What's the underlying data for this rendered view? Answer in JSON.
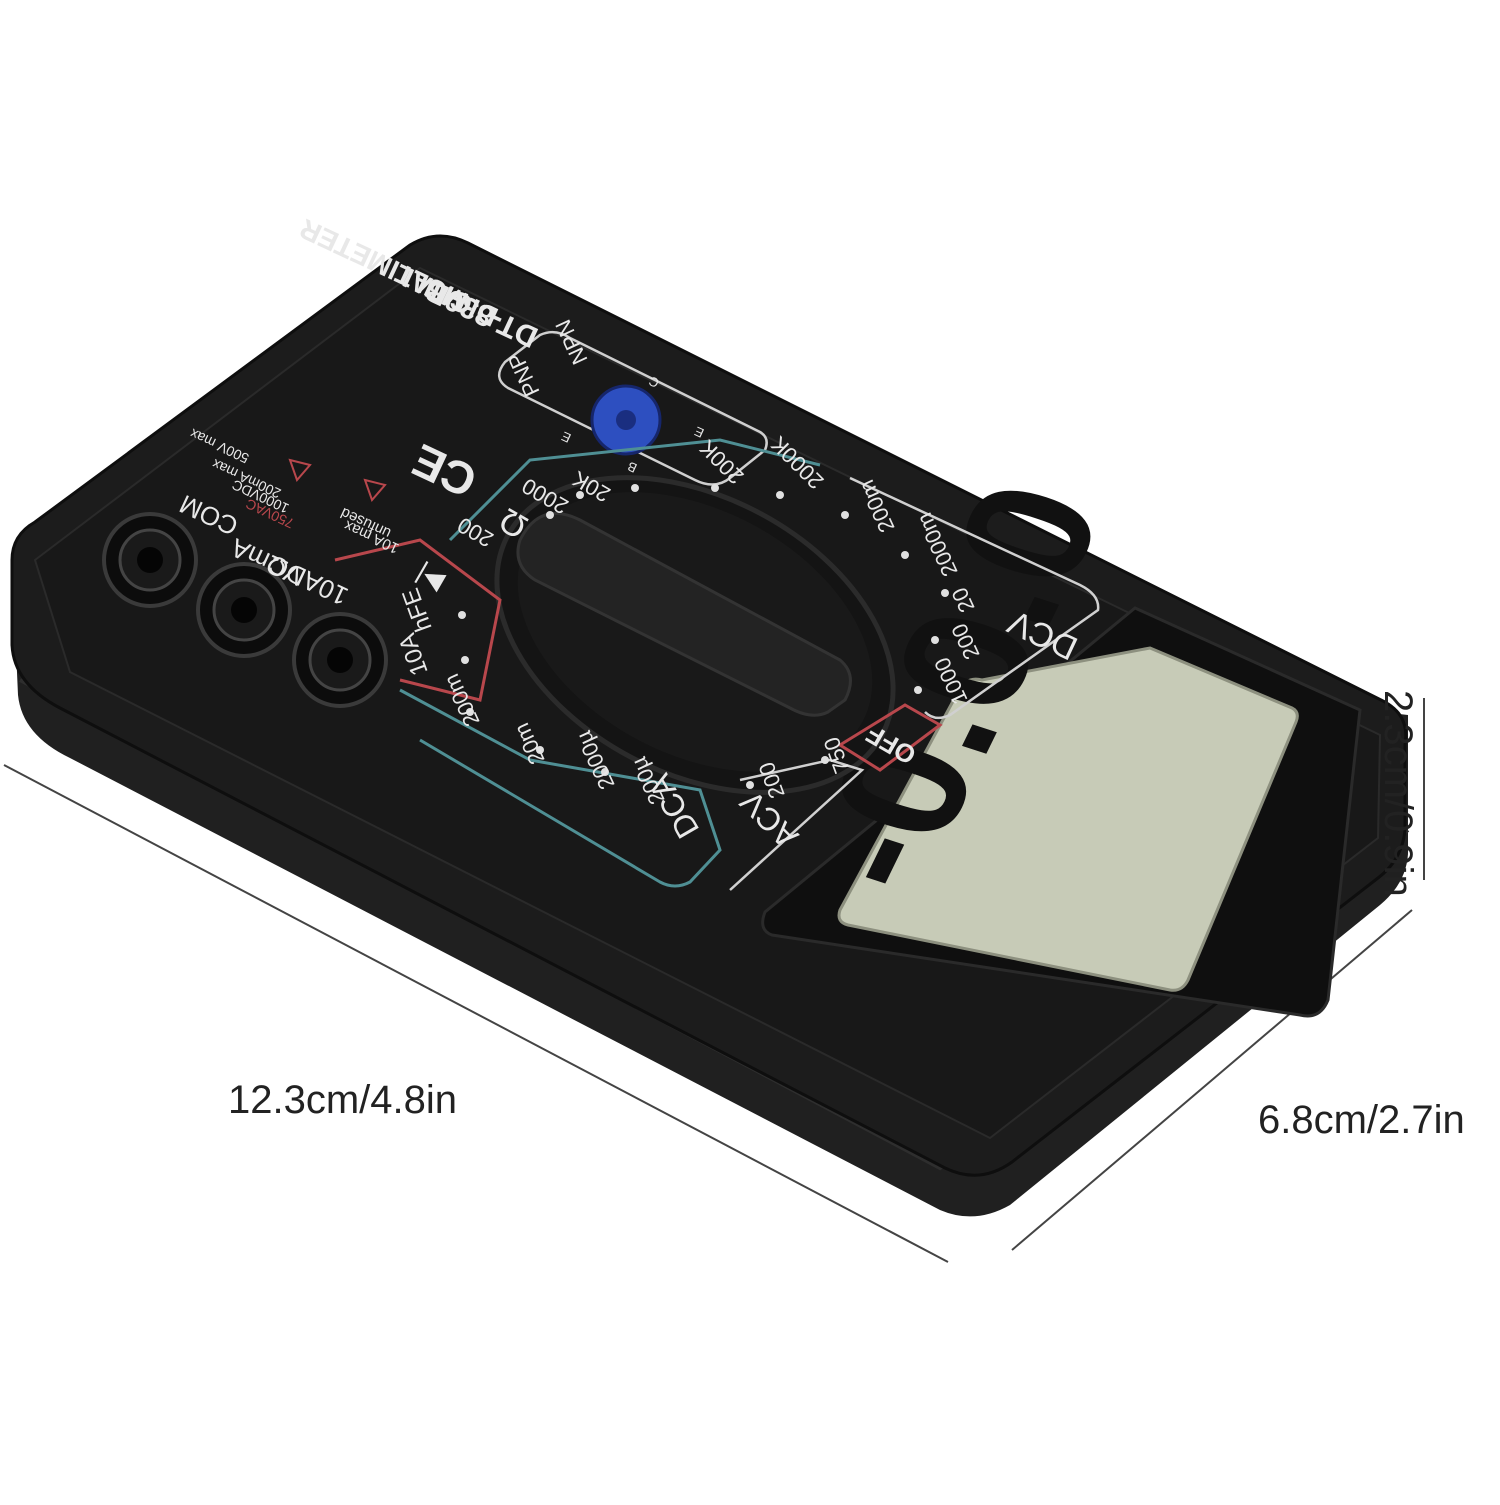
{
  "product": {
    "model": "DT-830B",
    "line1": "DIGITAL",
    "line2": "MULTIMETER",
    "ce_mark": "CE"
  },
  "display": {
    "reading": "-0.0.0"
  },
  "dimensions": {
    "length": "12.3cm/4.8in",
    "width": "6.8cm/2.7in",
    "height": "2.3cm/0.9in"
  },
  "dial": {
    "dcv": {
      "label": "DCV",
      "ranges": [
        "200m",
        "2000m",
        "20",
        "200",
        "1000"
      ]
    },
    "off": "OFF",
    "acv": {
      "label": "ACV",
      "ranges": [
        "750",
        "200"
      ]
    },
    "dca": {
      "label": "DCA",
      "ranges": [
        "2000µ",
        "200µ",
        "20m",
        "200m"
      ]
    },
    "current_high": "10A",
    "hfe": "hFE",
    "diode_symbol": "▶|",
    "ohm": {
      "label": "Ω",
      "ranges": [
        "200",
        "2000",
        "20K",
        "200K",
        "2000K"
      ]
    },
    "transistor": {
      "npn": "NPN",
      "pnp": "PNP",
      "pins": [
        "E",
        "B",
        "C",
        "E"
      ]
    }
  },
  "jacks": {
    "ten_adc": "10ADC",
    "ten_notes": [
      "10A max",
      "unfused"
    ],
    "vohm": "VΩmA",
    "vohm_notes": [
      "750VAC",
      "1000VDC",
      "200mA max"
    ],
    "com": "COM",
    "com_note": "500V max"
  },
  "colors": {
    "body": "#1e1e1e",
    "face": "#171717",
    "lcd": "#c7cbb7",
    "red_accent": "#b8474c",
    "teal_accent": "#4f8f94",
    "socket_blue": "#2d4fc0"
  }
}
